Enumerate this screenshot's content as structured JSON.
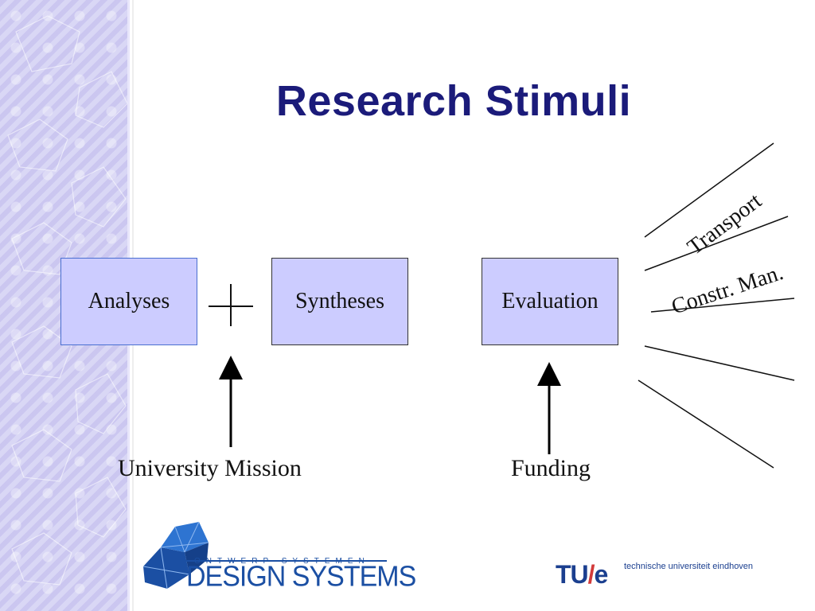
{
  "slide": {
    "title": "Research Stimuli"
  },
  "diagram": {
    "nodes": {
      "analyses": "Analyses",
      "syntheses": "Syntheses",
      "evaluation": "Evaluation"
    },
    "operator": "+",
    "inputs": {
      "university_mission": "University Mission",
      "funding": "Funding"
    },
    "branches": {
      "transport": "Transport",
      "constr_man": "Constr. Man."
    }
  },
  "logos": {
    "design_systems": {
      "tagline": "ONTWERP SYSTEMEN",
      "name": "DESIGN SYSTEMS"
    },
    "tue": {
      "mark_left": "TU",
      "mark_slash": "/",
      "mark_right": "e",
      "text": "technische universiteit eindhoven"
    }
  },
  "colors": {
    "title": "#1b1b7a",
    "box_fill": "#ccccff",
    "sidebar": "#d9d7f5",
    "logo_blue": "#1b4fa3",
    "tue_red": "#d23a3a"
  }
}
